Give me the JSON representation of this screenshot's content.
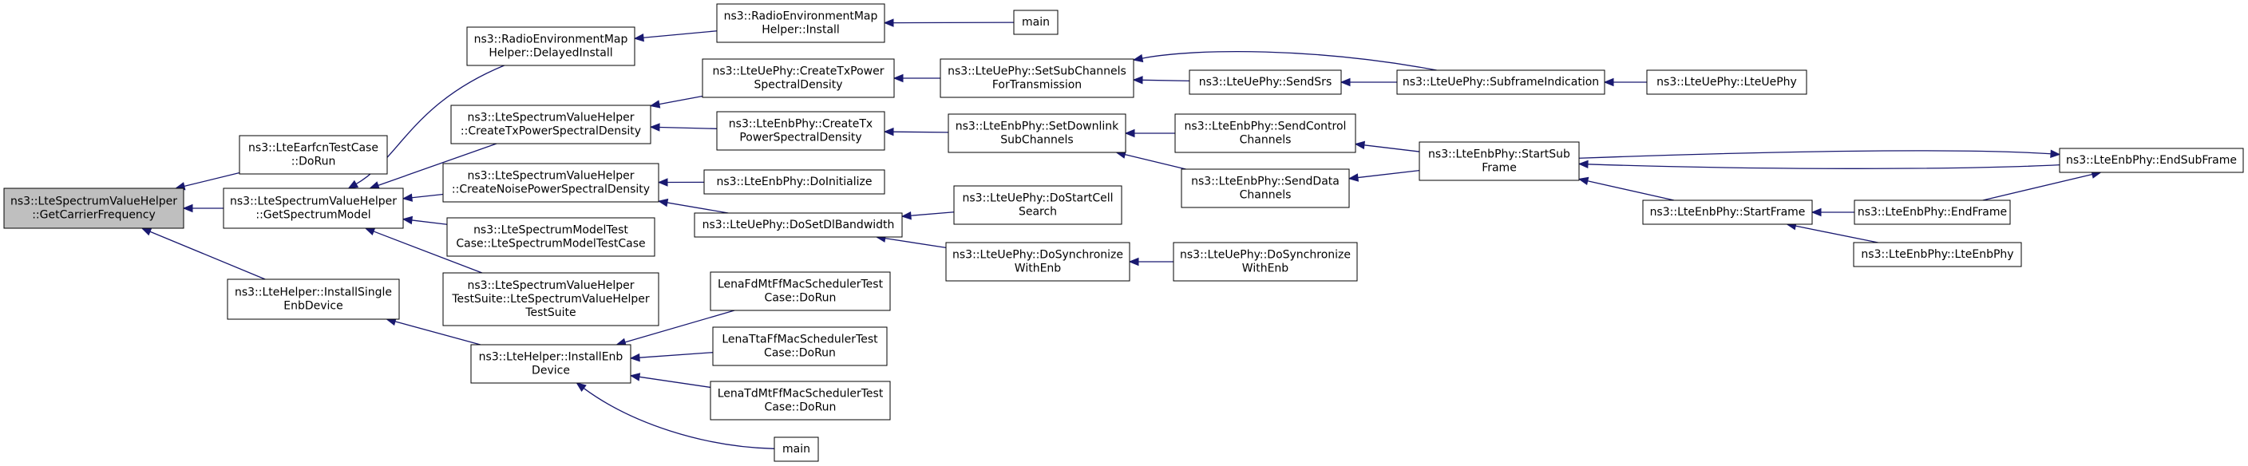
{
  "nodes": [
    {
      "id": "root",
      "lines": [
        "ns3::LteSpectrumValueHelper",
        "::GetCarrierFrequency"
      ],
      "root": true
    },
    {
      "id": "earfcn",
      "lines": [
        "ns3::LteEarfcnTestCase",
        "::DoRun"
      ]
    },
    {
      "id": "getspec",
      "lines": [
        "ns3::LteSpectrumValueHelper",
        "::GetSpectrumModel"
      ]
    },
    {
      "id": "installsingle",
      "lines": [
        "ns3::LteHelper::InstallSingle",
        "EnbDevice"
      ]
    },
    {
      "id": "remdelayed",
      "lines": [
        "ns3::RadioEnvironmentMap",
        "Helper::DelayedInstall"
      ]
    },
    {
      "id": "createtxpsd",
      "lines": [
        "ns3::LteSpectrumValueHelper",
        "::CreateTxPowerSpectralDensity"
      ]
    },
    {
      "id": "createnoise",
      "lines": [
        "ns3::LteSpectrumValueHelper",
        "::CreateNoisePowerSpectralDensity"
      ]
    },
    {
      "id": "modeltest",
      "lines": [
        "ns3::LteSpectrumModelTest",
        "Case::LteSpectrumModelTestCase"
      ]
    },
    {
      "id": "valuesuite",
      "lines": [
        "ns3::LteSpectrumValueHelper",
        "TestSuite::LteSpectrumValueHelper",
        "TestSuite"
      ]
    },
    {
      "id": "installenb",
      "lines": [
        "ns3::LteHelper::InstallEnb",
        "Device"
      ]
    },
    {
      "id": "reminstall",
      "lines": [
        "ns3::RadioEnvironmentMap",
        "Helper::Install"
      ]
    },
    {
      "id": "main1",
      "lines": [
        "main"
      ]
    },
    {
      "id": "uetxpsd",
      "lines": [
        "ns3::LteUePhy::CreateTxPower",
        "SpectralDensity"
      ]
    },
    {
      "id": "enbtxpsd",
      "lines": [
        "ns3::LteEnbPhy::CreateTx",
        "PowerSpectralDensity"
      ]
    },
    {
      "id": "enbinit",
      "lines": [
        "ns3::LteEnbPhy::DoInitialize"
      ]
    },
    {
      "id": "dosetdl",
      "lines": [
        "ns3::LteUePhy::DoSetDlBandwidth"
      ]
    },
    {
      "id": "fdmt",
      "lines": [
        "LenaFdMtFfMacSchedulerTest",
        "Case::DoRun"
      ]
    },
    {
      "id": "tta",
      "lines": [
        "LenaTtaFfMacSchedulerTest",
        "Case::DoRun"
      ]
    },
    {
      "id": "tdmt",
      "lines": [
        "LenaTdMtFfMacSchedulerTest",
        "Case::DoRun"
      ]
    },
    {
      "id": "main2",
      "lines": [
        "main"
      ]
    },
    {
      "id": "setsub",
      "lines": [
        "ns3::LteUePhy::SetSubChannels",
        "ForTransmission"
      ]
    },
    {
      "id": "setdownlink",
      "lines": [
        "ns3::LteEnbPhy::SetDownlink",
        "SubChannels"
      ]
    },
    {
      "id": "dostartcell",
      "lines": [
        "ns3::LteUePhy::DoStartCell",
        "Search"
      ]
    },
    {
      "id": "dosync1",
      "lines": [
        "ns3::LteUePhy::DoSynchronize",
        "WithEnb"
      ]
    },
    {
      "id": "sendsrs",
      "lines": [
        "ns3::LteUePhy::SendSrs"
      ]
    },
    {
      "id": "sendctrl",
      "lines": [
        "ns3::LteEnbPhy::SendControl",
        "Channels"
      ]
    },
    {
      "id": "senddata",
      "lines": [
        "ns3::LteEnbPhy::SendData",
        "Channels"
      ]
    },
    {
      "id": "dosync2",
      "lines": [
        "ns3::LteUePhy::DoSynchronize",
        "WithEnb"
      ]
    },
    {
      "id": "subframe",
      "lines": [
        "ns3::LteUePhy::SubframeIndication"
      ]
    },
    {
      "id": "startsub",
      "lines": [
        "ns3::LteEnbPhy::StartSub",
        "Frame"
      ]
    },
    {
      "id": "uephy",
      "lines": [
        "ns3::LteUePhy::LteUePhy"
      ]
    },
    {
      "id": "endsub",
      "lines": [
        "ns3::LteEnbPhy::EndSubFrame"
      ]
    },
    {
      "id": "startframe",
      "lines": [
        "ns3::LteEnbPhy::StartFrame"
      ]
    },
    {
      "id": "endframe",
      "lines": [
        "ns3::LteEnbPhy::EndFrame"
      ]
    },
    {
      "id": "enbphy",
      "lines": [
        "ns3::LteEnbPhy::LteEnbPhy"
      ]
    }
  ],
  "edges": [
    {
      "from": "earfcn",
      "to": "root"
    },
    {
      "from": "getspec",
      "to": "root"
    },
    {
      "from": "installsingle",
      "to": "root"
    },
    {
      "from": "remdelayed",
      "to": "getspec"
    },
    {
      "from": "createtxpsd",
      "to": "getspec"
    },
    {
      "from": "createnoise",
      "to": "getspec"
    },
    {
      "from": "modeltest",
      "to": "getspec"
    },
    {
      "from": "valuesuite",
      "to": "getspec"
    },
    {
      "from": "installenb",
      "to": "installsingle"
    },
    {
      "from": "reminstall",
      "to": "remdelayed"
    },
    {
      "from": "main1",
      "to": "reminstall"
    },
    {
      "from": "uetxpsd",
      "to": "createtxpsd"
    },
    {
      "from": "enbtxpsd",
      "to": "createtxpsd"
    },
    {
      "from": "enbinit",
      "to": "createnoise"
    },
    {
      "from": "dosetdl",
      "to": "createnoise"
    },
    {
      "from": "fdmt",
      "to": "installenb"
    },
    {
      "from": "tta",
      "to": "installenb"
    },
    {
      "from": "tdmt",
      "to": "installenb"
    },
    {
      "from": "main2",
      "to": "installenb"
    },
    {
      "from": "setsub",
      "to": "uetxpsd"
    },
    {
      "from": "setdownlink",
      "to": "enbtxpsd"
    },
    {
      "from": "dostartcell",
      "to": "dosetdl"
    },
    {
      "from": "dosync1",
      "to": "dosetdl"
    },
    {
      "from": "sendsrs",
      "to": "setsub"
    },
    {
      "from": "subframe",
      "to": "setsub"
    },
    {
      "from": "sendctrl",
      "to": "setdownlink"
    },
    {
      "from": "senddata",
      "to": "setdownlink"
    },
    {
      "from": "dosync2",
      "to": "dosync1"
    },
    {
      "from": "subframe",
      "to": "sendsrs"
    },
    {
      "from": "startsub",
      "to": "sendctrl"
    },
    {
      "from": "startsub",
      "to": "senddata"
    },
    {
      "from": "uephy",
      "to": "subframe"
    },
    {
      "from": "endsub",
      "to": "startsub"
    },
    {
      "from": "startframe",
      "to": "startsub"
    },
    {
      "from": "endframe",
      "to": "startframe"
    },
    {
      "from": "enbphy",
      "to": "startframe"
    },
    {
      "from": "startsub",
      "to": "endsub"
    },
    {
      "from": "endframe",
      "to": "endsub"
    }
  ]
}
